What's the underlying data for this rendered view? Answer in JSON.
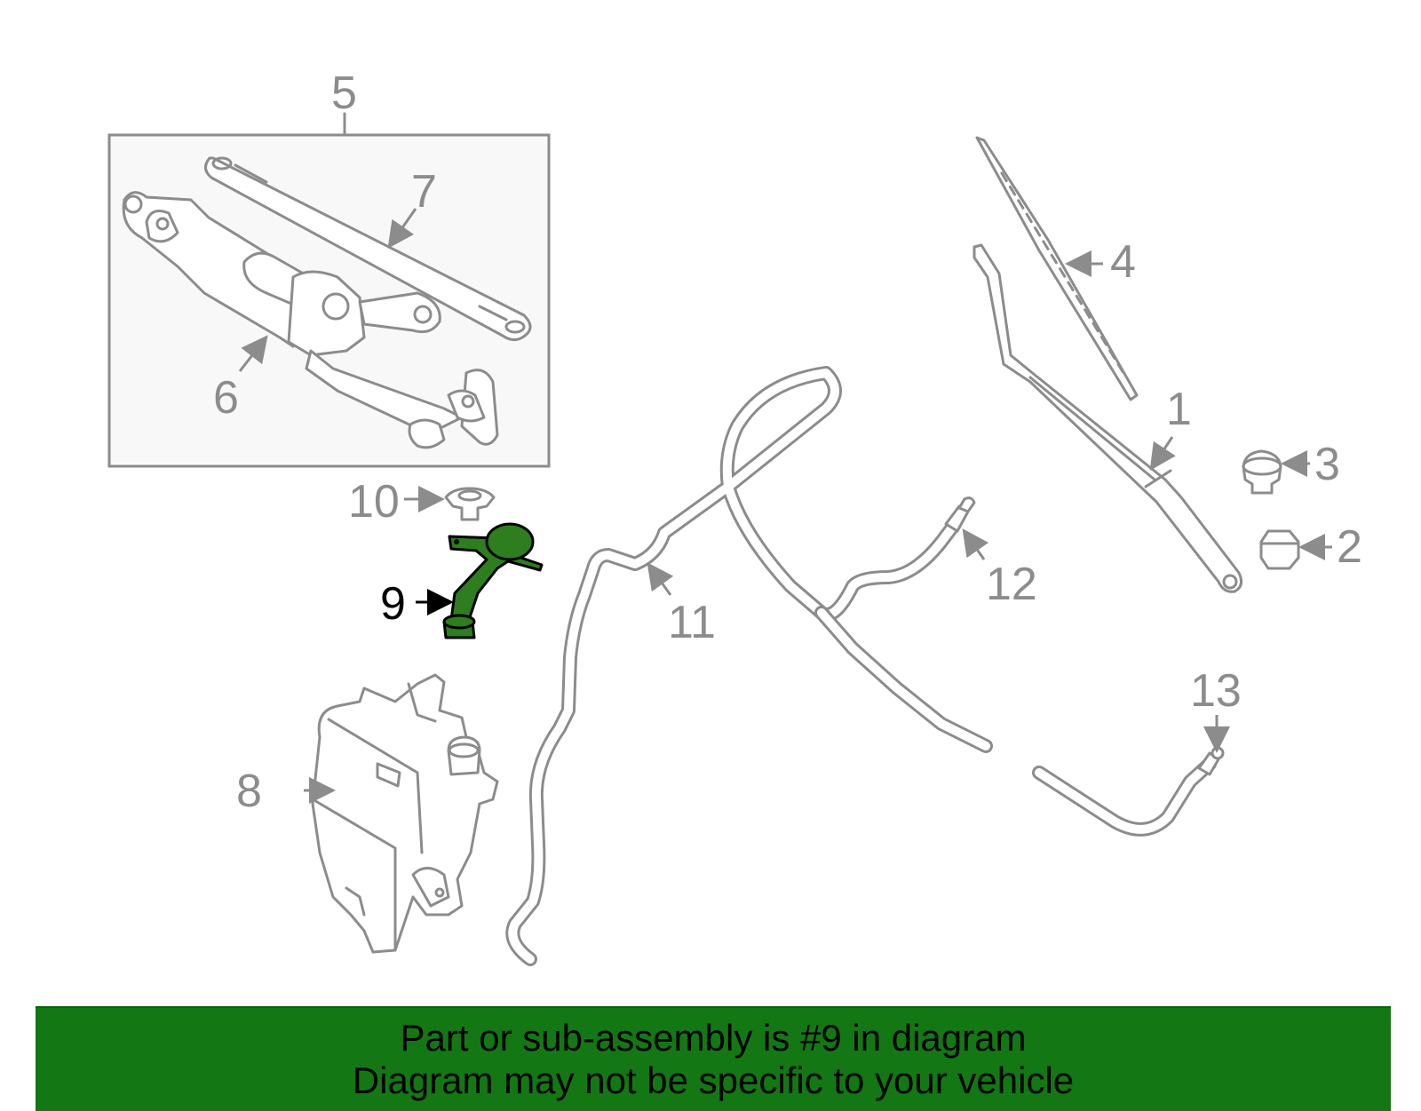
{
  "callouts": {
    "c1": "1",
    "c2": "2",
    "c3": "3",
    "c4": "4",
    "c5": "5",
    "c6": "6",
    "c7": "7",
    "c8": "8",
    "c9": "9",
    "c10": "10",
    "c11": "11",
    "c12": "12",
    "c13": "13"
  },
  "highlight_color": "#2e7d1e",
  "banner": {
    "line1": "Part or sub-assembly is #9 in diagram",
    "line2": "Diagram may not be specific to your vehicle",
    "color": "#137813"
  }
}
